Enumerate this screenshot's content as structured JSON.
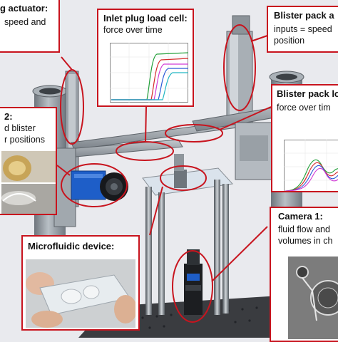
{
  "colors": {
    "accent": "#c8141e",
    "frame": "#8d949b",
    "background": "#e9eaee",
    "motor_blue": "#1e5ec8"
  },
  "callouts": {
    "actuator": {
      "title": "g actuator:",
      "line1": "speed and"
    },
    "inlet_load_cell": {
      "title": "Inlet plug load cell:",
      "line1": "force over time"
    },
    "blister_actuator": {
      "title": "Blister pack a",
      "line1": "inputs = speed",
      "line2": "position"
    },
    "blister_load_cell": {
      "title": "Blister pack lo",
      "line1": "force over tim"
    },
    "camera2": {
      "title": "2:",
      "line1": "d blister",
      "line2": "r positions"
    },
    "microfluidic": {
      "title": "Microfluidic device:"
    },
    "camera1": {
      "title": "Camera 1:",
      "line1": "fluid flow and",
      "line2": "volumes  in ch"
    }
  }
}
